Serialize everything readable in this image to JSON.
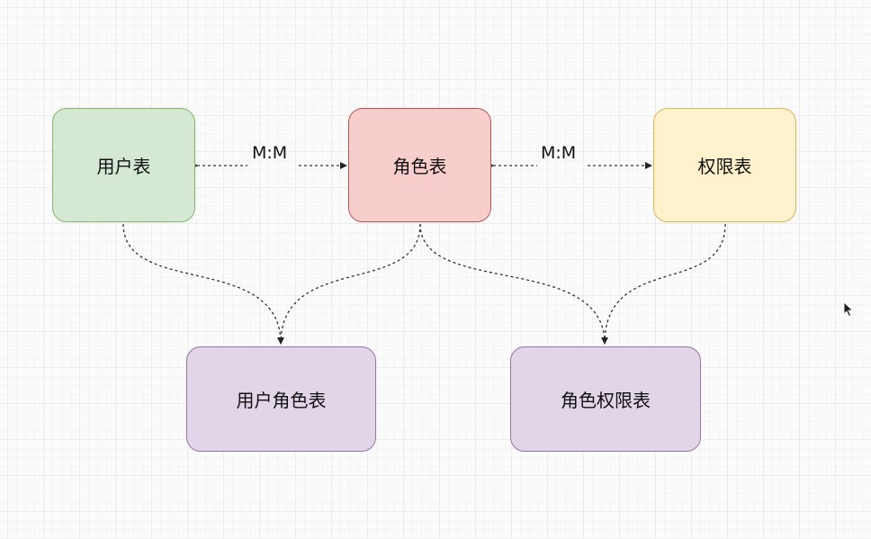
{
  "diagram": {
    "nodes": [
      {
        "id": "user",
        "label": "用户表",
        "fill": "#d5e8d4",
        "stroke": "#82b366"
      },
      {
        "id": "role",
        "label": "角色表",
        "fill": "#f8cecc",
        "stroke": "#b85450"
      },
      {
        "id": "perm",
        "label": "权限表",
        "fill": "#fff2cc",
        "stroke": "#d6b656"
      },
      {
        "id": "user_role",
        "label": "用户角色表",
        "fill": "#e1d5e7",
        "stroke": "#9673a6"
      },
      {
        "id": "role_perm",
        "label": "角色权限表",
        "fill": "#e1d5e7",
        "stroke": "#9673a6"
      }
    ],
    "relations": [
      {
        "from": "user",
        "to": "role",
        "label": "M:M"
      },
      {
        "from": "role",
        "to": "perm",
        "label": "M:M"
      }
    ],
    "links": [
      {
        "from": "user",
        "to": "user_role"
      },
      {
        "from": "role",
        "to": "user_role"
      },
      {
        "from": "role",
        "to": "role_perm"
      },
      {
        "from": "perm",
        "to": "role_perm"
      }
    ]
  }
}
